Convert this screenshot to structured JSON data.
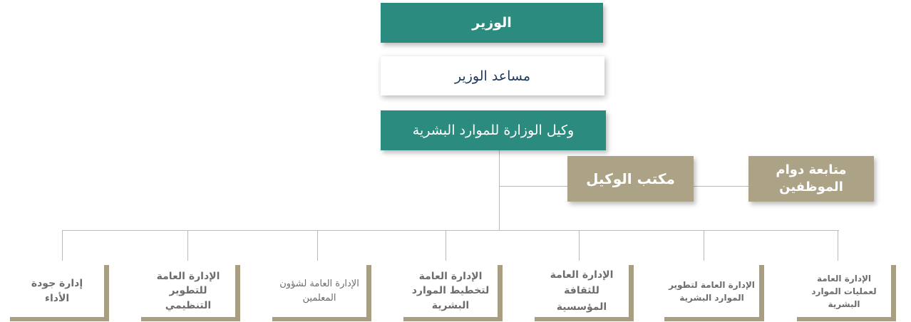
{
  "minister": "الوزير",
  "assistant": "مساعد الوزير",
  "deputy": "وكيل الوزارة للموارد البشرية",
  "deputy_office": "مكتب الوكيل",
  "attendance": "متابعة دوام الموظفين",
  "departments": [
    "الإدارة العامة لعمليات الموارد البشرية",
    "الإدارة العامة لتطوير الموارد البشرية",
    "الإدارة العامة للثقافة المؤسسية",
    "الإدارة العامة لتخطيط الموارد البشرية",
    "الإدارة العامة لشؤون المعلمين",
    "الإدارة العامة للتطوير التنظيمي",
    "إدارة جودة الأداء"
  ],
  "colors": {
    "teal": "#2a8b7e",
    "taupe": "#aca387",
    "navy_text": "#1f3a5c",
    "connector": "#b9b9b9"
  }
}
